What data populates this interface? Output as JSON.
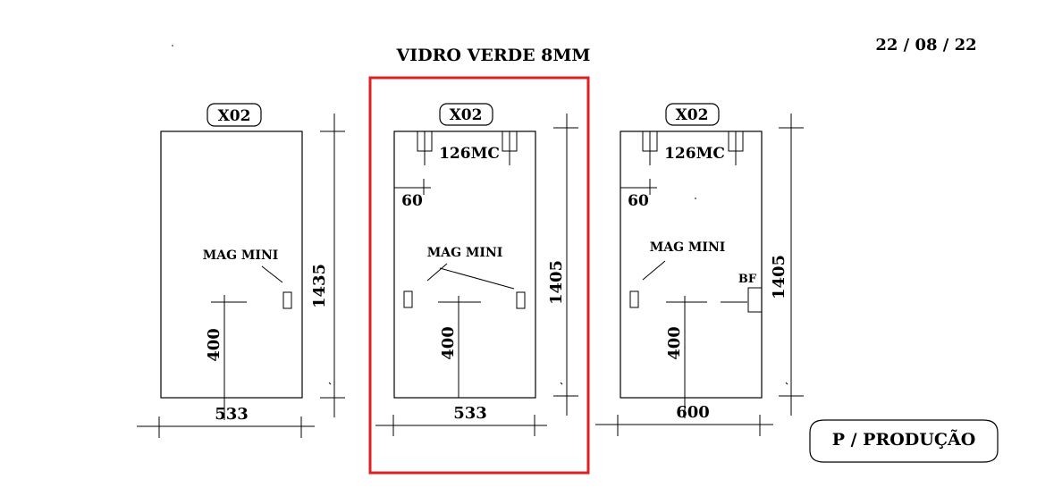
{
  "header": {
    "title": "VIDRO VERDE 8MM",
    "date": "22 / 08 / 22"
  },
  "stamp": {
    "label": "P / PRODUÇÃO"
  },
  "panels": [
    {
      "tag": "X02",
      "width_label": "533",
      "height_label": "1435",
      "handle_label": "400",
      "hinge_label": "",
      "offset_label": "",
      "lock_label": "MAG MINI",
      "extra_label": ""
    },
    {
      "tag": "X02",
      "width_label": "533",
      "height_label": "1405",
      "handle_label": "400",
      "hinge_label": "126MC",
      "offset_label": "60",
      "lock_label": "MAG MINI",
      "extra_label": "",
      "highlighted": true,
      "highlight_color": "#e02020"
    },
    {
      "tag": "X02",
      "width_label": "600",
      "height_label": "1405",
      "handle_label": "400",
      "hinge_label": "126MC",
      "offset_label": "60",
      "lock_label": "MAG MINI",
      "extra_label": "BF"
    }
  ]
}
